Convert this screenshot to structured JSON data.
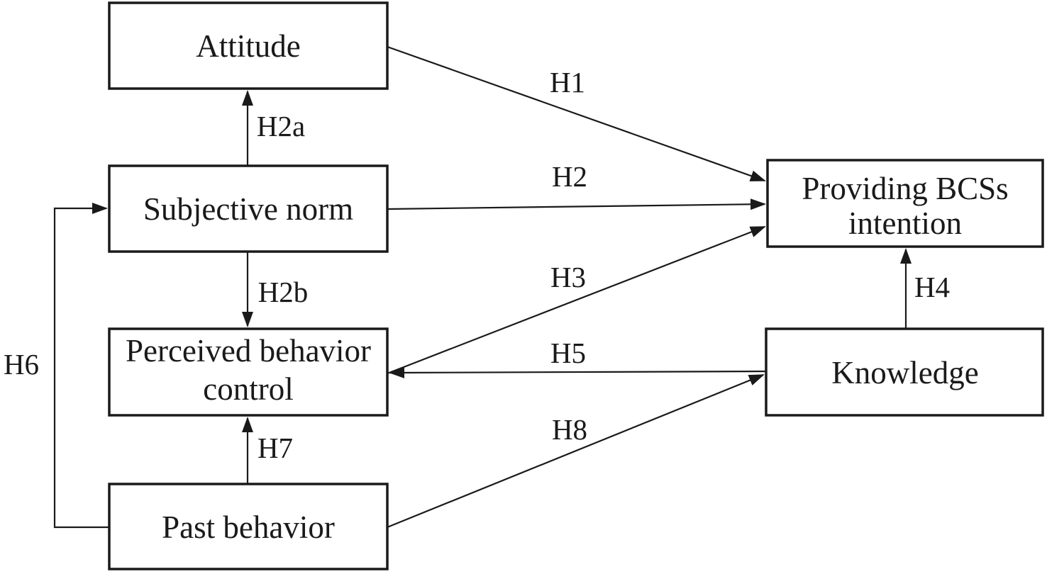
{
  "diagram": {
    "type": "hypothesis-path-model",
    "colors": {
      "background": "#ffffff",
      "line": "#1a1a1a",
      "box_fill": "#ffffff"
    },
    "nodes": {
      "attitude": {
        "label": "Attitude"
      },
      "subjective_norm": {
        "label": "Subjective norm"
      },
      "perceived_behavior_control": {
        "line1": "Perceived behavior",
        "line2": "control"
      },
      "past_behavior": {
        "label": "Past behavior"
      },
      "providing_bcss_intention": {
        "line1": "Providing BCSs",
        "line2": "intention"
      },
      "knowledge": {
        "label": "Knowledge"
      }
    },
    "edges": {
      "h1": {
        "label": "H1",
        "from": "Attitude",
        "to": "Providing BCSs intention"
      },
      "h2": {
        "label": "H2",
        "from": "Subjective norm",
        "to": "Providing BCSs intention"
      },
      "h2a": {
        "label": "H2a",
        "from": "Subjective norm",
        "to": "Attitude"
      },
      "h2b": {
        "label": "H2b",
        "from": "Subjective norm",
        "to": "Perceived behavior control"
      },
      "h3": {
        "label": "H3",
        "from": "Perceived behavior control",
        "to": "Providing BCSs intention"
      },
      "h4": {
        "label": "H4",
        "from": "Knowledge",
        "to": "Providing BCSs intention"
      },
      "h5": {
        "label": "H5",
        "from": "Knowledge",
        "to": "Perceived behavior control"
      },
      "h6": {
        "label": "H6",
        "from": "Past behavior",
        "to": "Subjective norm"
      },
      "h7": {
        "label": "H7",
        "from": "Past behavior",
        "to": "Perceived behavior control"
      },
      "h8": {
        "label": "H8",
        "from": "Past behavior",
        "to": "Knowledge"
      }
    }
  }
}
